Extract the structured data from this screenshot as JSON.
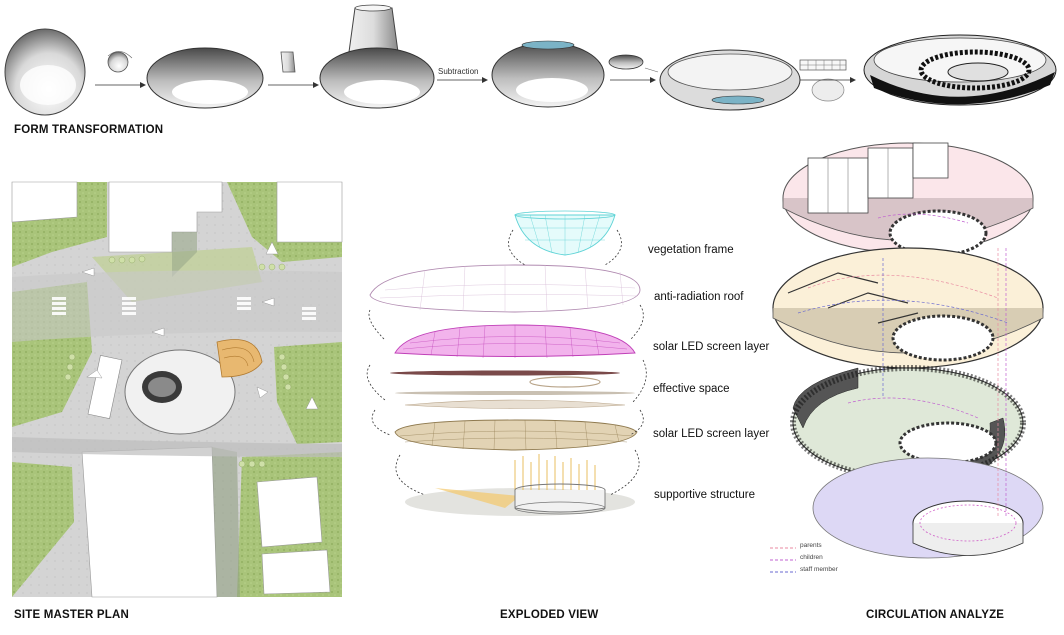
{
  "form_transformation": {
    "title": "FORM  TRANSFORMATION",
    "step_label": "Subtraction"
  },
  "site_master_plan": {
    "title": "SITE MASTER PLAN"
  },
  "exploded_view": {
    "title": "EXPLODED VIEW",
    "layers": [
      "vegetation frame",
      "anti-radiation roof",
      "solar LED screen layer",
      "effective space",
      "solar LED screen layer",
      "supportive structure"
    ],
    "colors": {
      "vegetation": "#5fd3d6",
      "roof": "#c9a9c9",
      "led": "#d060c8",
      "space": "#b9a58a",
      "led2": "#a08a5a",
      "structure": "#e8b850"
    }
  },
  "circulation": {
    "title": "CIRCULATION  ANALYZE",
    "legend": [
      {
        "label": "parents",
        "color": "#e88aa0"
      },
      {
        "label": "children",
        "color": "#c060d0"
      },
      {
        "label": "staff member",
        "color": "#6a6ad0"
      }
    ]
  }
}
